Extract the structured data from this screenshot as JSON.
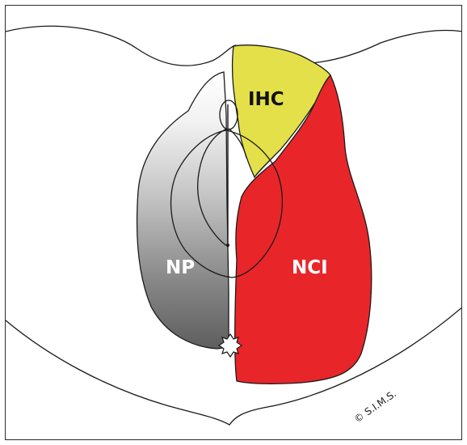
{
  "labels": {
    "ihc": "IHC",
    "nci": "NCI",
    "np": "NP"
  },
  "copyright": "© S.I.M.S.",
  "colors": {
    "ihc_fill": "#e3e04a",
    "nci_fill": "#e8262a",
    "np_gradient_top": "#ffffff",
    "np_gradient_bottom": "#5e5e5e",
    "outline": "#1a1a1a",
    "label_dark": "#111111",
    "label_light": "#ffffff"
  }
}
